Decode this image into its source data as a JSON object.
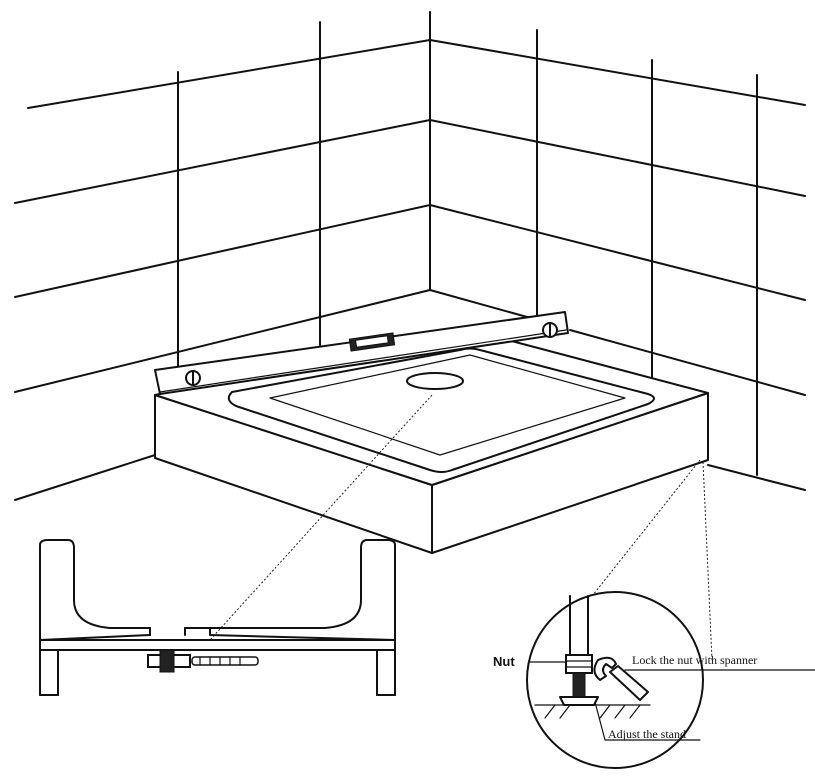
{
  "labels": {
    "nut": "Nut",
    "lock_nut": "Lock the nut with spanner",
    "adjust_stand": "Adjust the stand"
  },
  "colors": {
    "line": "#111111",
    "background": "#ffffff"
  },
  "icons": [
    "spanner-icon",
    "nut-icon",
    "stand-icon",
    "drain-icon",
    "bolt-icon"
  ]
}
